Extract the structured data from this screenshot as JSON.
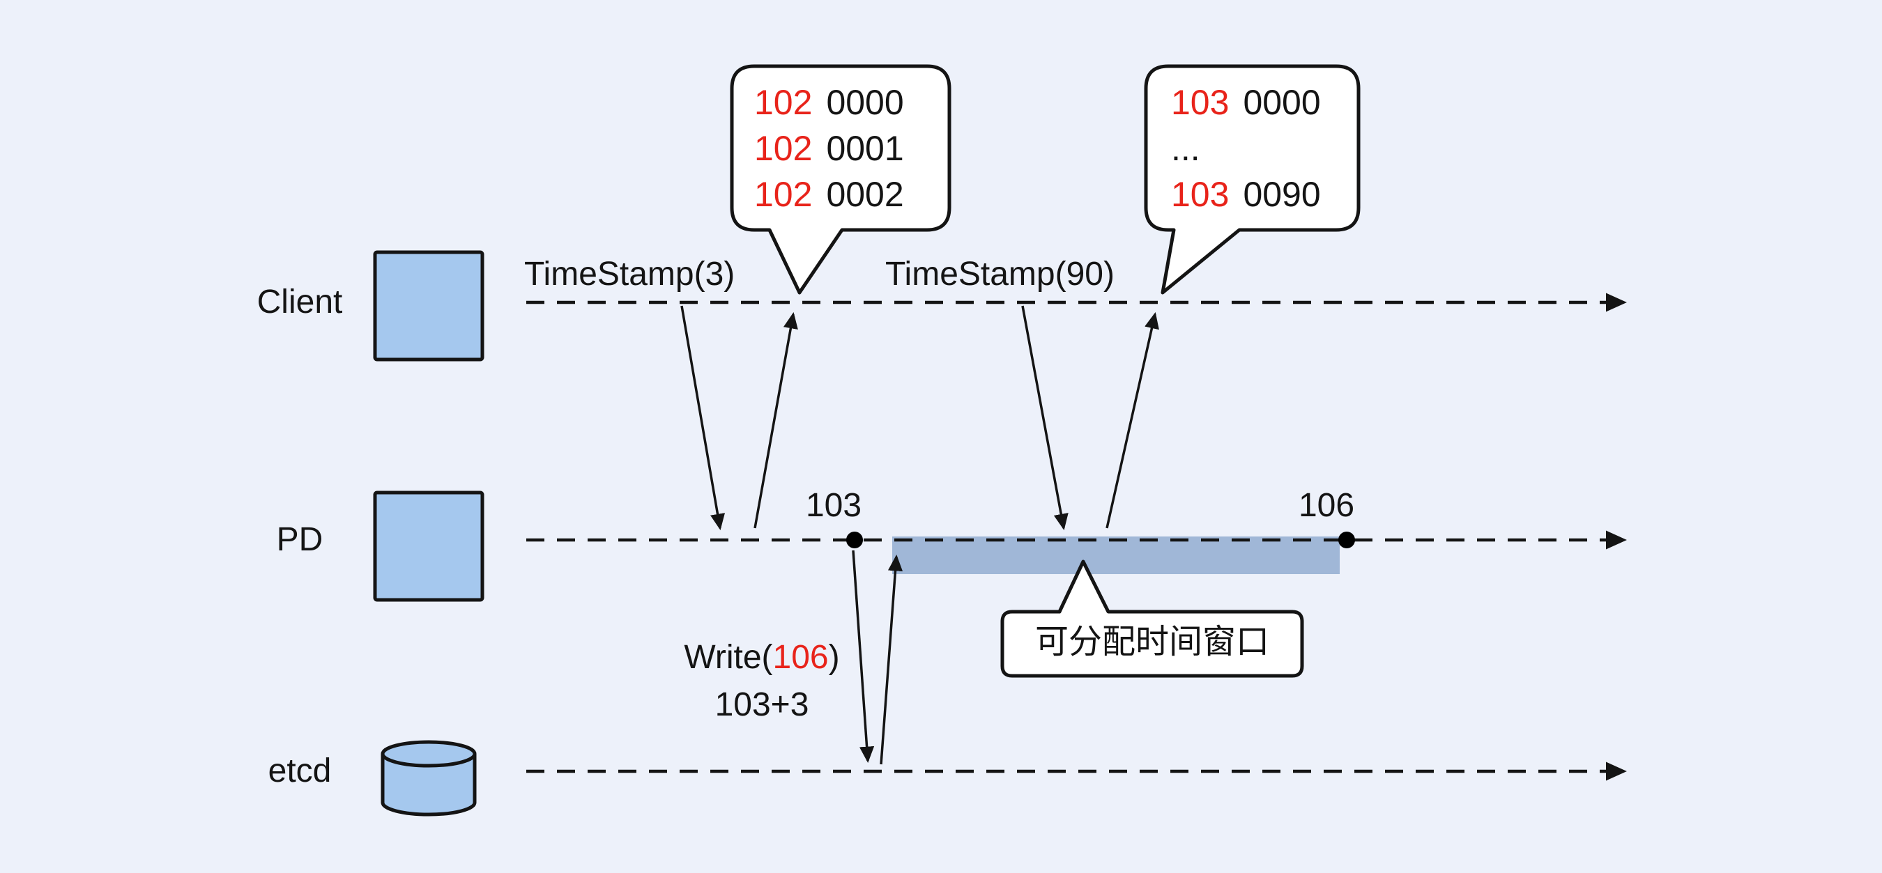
{
  "diagram": {
    "type": "sequence-diagram",
    "actors": [
      {
        "id": "client",
        "label": "Client",
        "icon": "box-icon"
      },
      {
        "id": "pd",
        "label": "PD",
        "icon": "box-icon"
      },
      {
        "id": "etcd",
        "label": "etcd",
        "icon": "database-cylinder-icon"
      }
    ],
    "requests": [
      {
        "label": "TimeStamp(3)"
      },
      {
        "label": "TimeStamp(90)"
      }
    ],
    "response_bubbles": [
      {
        "lines": [
          {
            "red": "102",
            "black": "0000"
          },
          {
            "red": "102",
            "black": "0001"
          },
          {
            "red": "102",
            "black": "0002"
          }
        ]
      },
      {
        "lines": [
          {
            "red": "103",
            "black": "0000"
          },
          {
            "black": "..."
          },
          {
            "red": "103",
            "black": "0090"
          }
        ]
      }
    ],
    "pd_points": [
      {
        "label": "103"
      },
      {
        "label": "106"
      }
    ],
    "etcd_write": {
      "prefix": "Write(",
      "value": "106",
      "suffix": ")",
      "calc": "103+3"
    },
    "window_label": "可分配时间窗口",
    "colors": {
      "red": "#e8231a",
      "node_fill": "#a5c8ee",
      "window_fill": "#a0b7d7",
      "background": "#edf1fa",
      "line": "#141414"
    }
  }
}
